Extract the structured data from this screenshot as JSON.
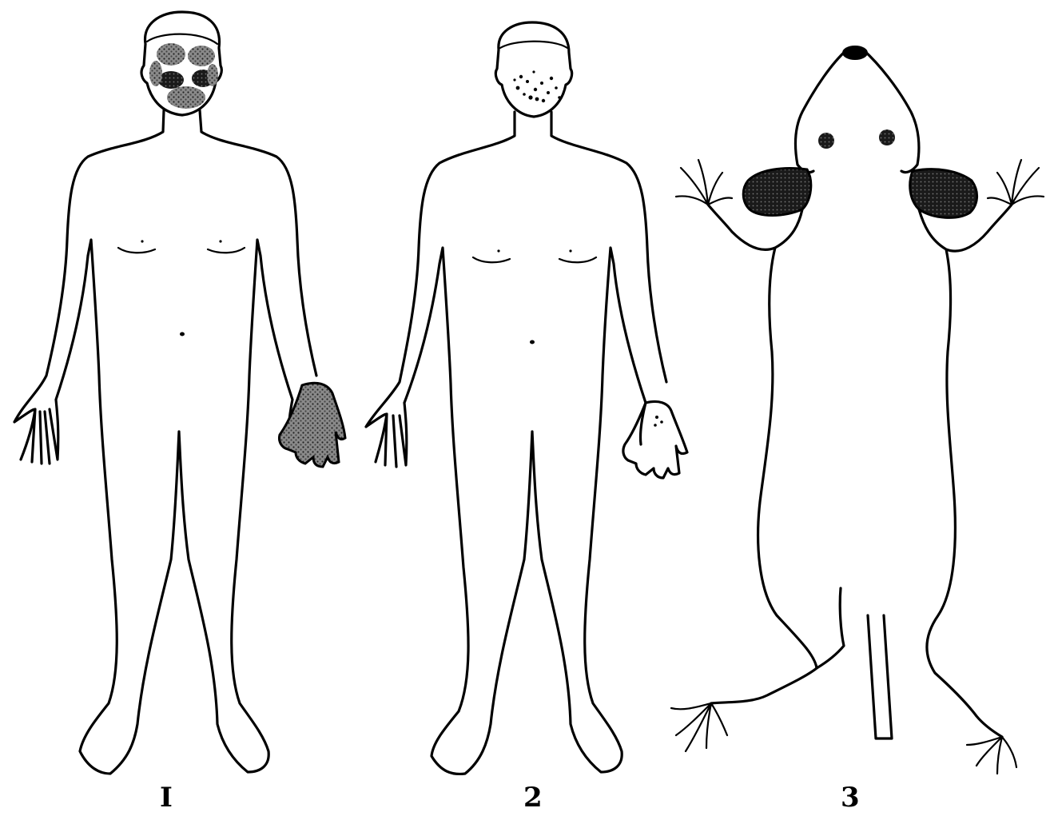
{
  "labels": {
    "figure_1": "I",
    "figure_2": "2",
    "figure_3": "3"
  },
  "colors": {
    "ink": "#000000",
    "lesion_dark": "#1a1a1a",
    "lesion_mid": "#6e6e6e",
    "paper": "#ffffff"
  }
}
